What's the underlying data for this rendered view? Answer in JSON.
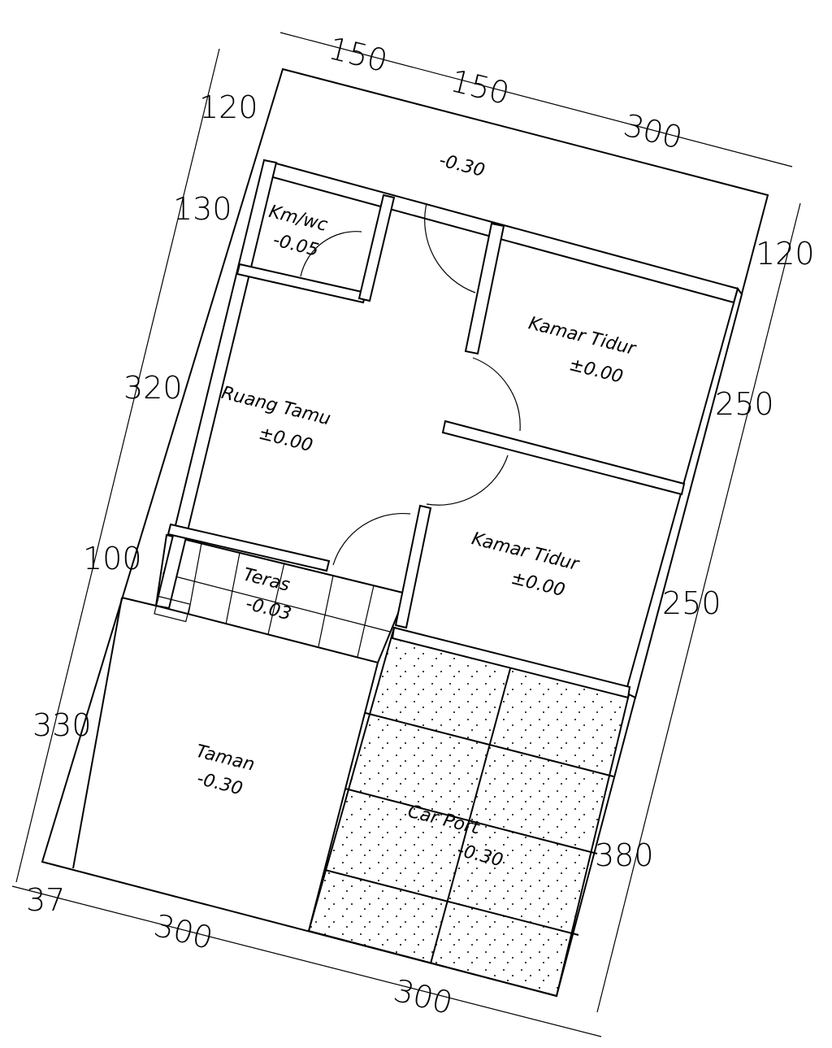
{
  "dimensions": {
    "top": [
      "150",
      "150",
      "300"
    ],
    "left": [
      "120",
      "130",
      "320",
      "100",
      "330",
      "37"
    ],
    "right": [
      "120",
      "250",
      "250",
      "380"
    ],
    "bottom": [
      "300",
      "300"
    ]
  },
  "rooms": {
    "yard_level": "-0.30",
    "kmwc": {
      "name": "Km/wc",
      "level": "-0.05"
    },
    "kamar1": {
      "name": "Kamar Tidur",
      "level": "±0.00"
    },
    "ruang_tamu": {
      "name": "Ruang Tamu",
      "level": "±0.00"
    },
    "kamar2": {
      "name": "Kamar Tidur",
      "level": "±0.00"
    },
    "teras": {
      "name": "Teras",
      "level": "-0.03"
    },
    "taman": {
      "name": "Taman",
      "level": "-0.30"
    },
    "carport": {
      "name": "Car Port",
      "level": "-0.30"
    }
  }
}
